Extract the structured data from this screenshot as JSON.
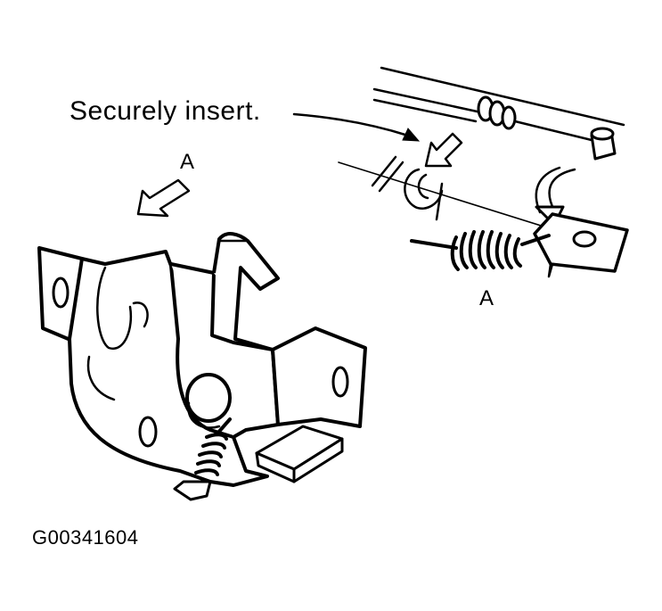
{
  "labels": {
    "callout": "Securely insert.",
    "arrow_letter_upper": "A",
    "arrow_letter_lower": "A",
    "figure_code": "G00341604"
  },
  "colors": {
    "ink": "#000000",
    "paper": "#ffffff"
  }
}
